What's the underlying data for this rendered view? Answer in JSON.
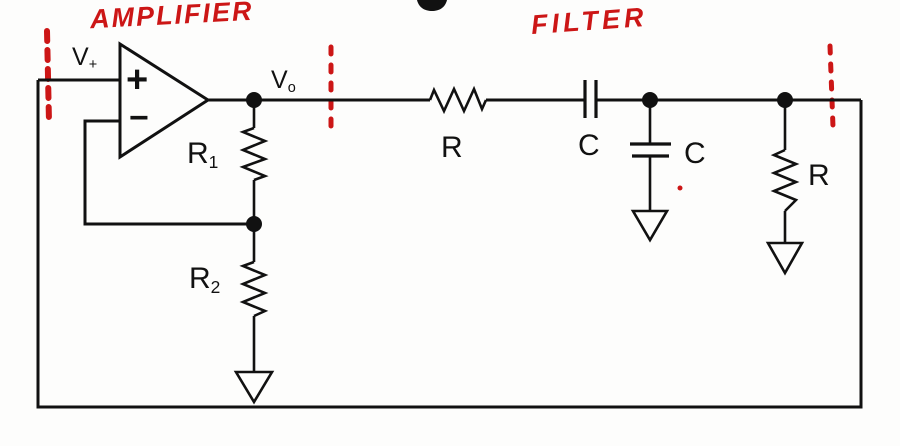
{
  "titles": {
    "amplifier": "AMPLIFIER",
    "filter": "FILTER"
  },
  "opamp": {
    "plus_terminal": "+",
    "minus_terminal": "−"
  },
  "labels": {
    "v_plus_base": "V",
    "v_plus_sub": "+",
    "v_out_base": "V",
    "v_out_sub": "o",
    "r1_base": "R",
    "r1_sub": "1",
    "r2_base": "R",
    "r2_sub": "2",
    "filter_series_r": "R",
    "filter_series_c": "C",
    "filter_shunt_c": "C",
    "filter_shunt_r": "R"
  },
  "colors": {
    "annotation_red": "#cc1616",
    "circuit_black": "#111111",
    "background": "#fdfdfc"
  }
}
